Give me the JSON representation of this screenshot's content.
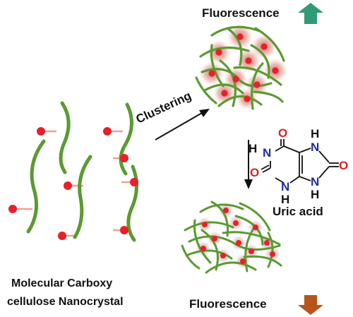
{
  "labels": {
    "fluorescence_top": "Fluorescence",
    "fluorescence_bottom": "Fluorescence",
    "clustering": "Clustering",
    "uric_acid": "Uric acid",
    "molecule_line1": "Molecular Carboxy",
    "molecule_line2": "cellulose Nanocrystal"
  },
  "uric_acid_atoms": {
    "oxygen": "O",
    "nitrogen": "N",
    "hydrogen": "H"
  },
  "colors": {
    "fiber": "#5b9a32",
    "dot": "#e8202a",
    "glow": "#d9897b",
    "linker": "#f2a08e",
    "arrow_up": "#2e9c74",
    "arrow_down": "#b8531c",
    "oxygen": "#e0201f",
    "nitrogen": "#1a2ea8",
    "bond": "#111111"
  },
  "icons": {
    "fluorescence_up": "arrow-up-icon",
    "fluorescence_down": "arrow-down-icon"
  }
}
